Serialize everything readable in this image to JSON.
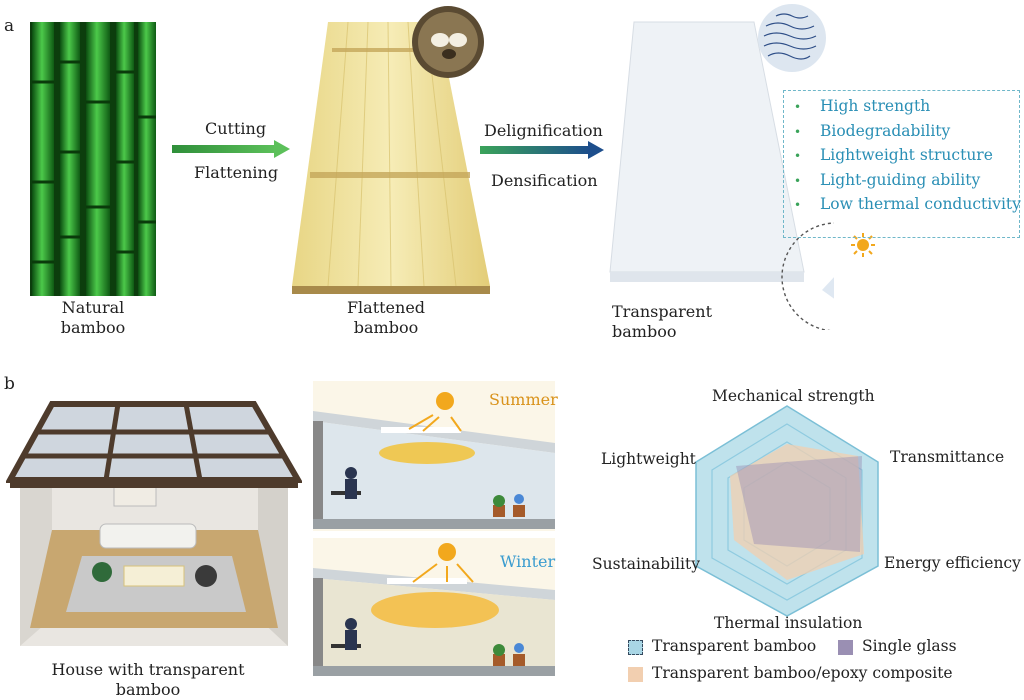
{
  "panel_a": {
    "letter": "a",
    "natural_bamboo_label": "Natural\nbamboo",
    "arrow1_top": "Cutting",
    "arrow1_bottom": "Flattening",
    "flattened_bamboo_label": "Flattened\nbamboo",
    "arrow2_top": "Delignification",
    "arrow2_bottom": "Densification",
    "transparent_bamboo_label": "Transparent bamboo",
    "features": [
      "High strength",
      "Biodegradability",
      "Lightweight structure",
      "Light-guiding ability",
      "Low thermal conductivity"
    ]
  },
  "panel_b": {
    "letter": "b",
    "house_label": "House with transparent bamboo",
    "summer_label": "Summer",
    "winter_label": "Winter"
  },
  "radar": {
    "axes": [
      "Mechanical strength",
      "Transmittance",
      "Energy efficiency",
      "Thermal insulation",
      "Sustainability",
      "Lightweight"
    ],
    "legend": [
      "Transparent bamboo",
      "Single glass",
      "Transparent bamboo/epoxy composite"
    ],
    "colors": {
      "transparent_bamboo": "#a9d6e5",
      "single_glass": "#9a8fb3",
      "composite": "#f2cfb0"
    }
  },
  "colors": {
    "arrow_green": "#3aa35a",
    "arrow_blue": "#1d4e8c",
    "feature_text": "#2a8fb5",
    "summer": "#d9921a",
    "winter": "#3a9ccf",
    "bamboo_green": "#1f7a22",
    "flattened_bamboo": "#f0e29a"
  }
}
